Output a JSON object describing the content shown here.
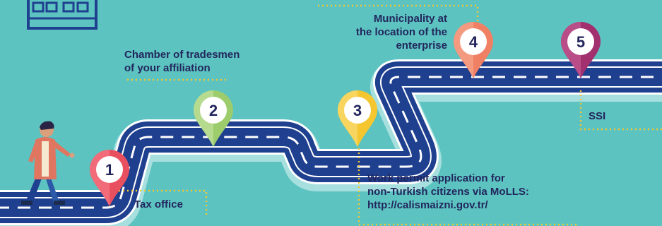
{
  "steps": [
    {
      "number": "1",
      "label": "Tax office",
      "color": "#e9505f"
    },
    {
      "number": "2",
      "label": "Chamber of tradesmen of your affiliation",
      "label_lines": [
        "Chamber of tradesmen",
        "of your affiliation"
      ],
      "color": "#9ccc6c"
    },
    {
      "number": "3",
      "label": "Work permit application for non-Turkish citizens via MoLLS: http://calismaizni.gov.tr/",
      "label_lines": [
        "Work permit application for",
        "non-Turkish citizens via MoLLS:",
        "http://calismaizni.gov.tr/"
      ],
      "color": "#f5c62f"
    },
    {
      "number": "4",
      "label": "Municipality at the location of the enterprise",
      "label_lines": [
        "Municipality at",
        "the location of the",
        "enterprise"
      ],
      "color": "#f08063"
    },
    {
      "number": "5",
      "label": "SSI",
      "color": "#a22f6e"
    }
  ],
  "colors": {
    "background": "#5cc3c1",
    "road": "#1f3f8f",
    "road_border": "#ffffff",
    "label_text": "#22265c",
    "leader_line": "#f5c62f",
    "building": "#1f3f8f"
  },
  "icons": [
    "building-icon",
    "person-walking-icon",
    "map-pin-icon"
  ]
}
